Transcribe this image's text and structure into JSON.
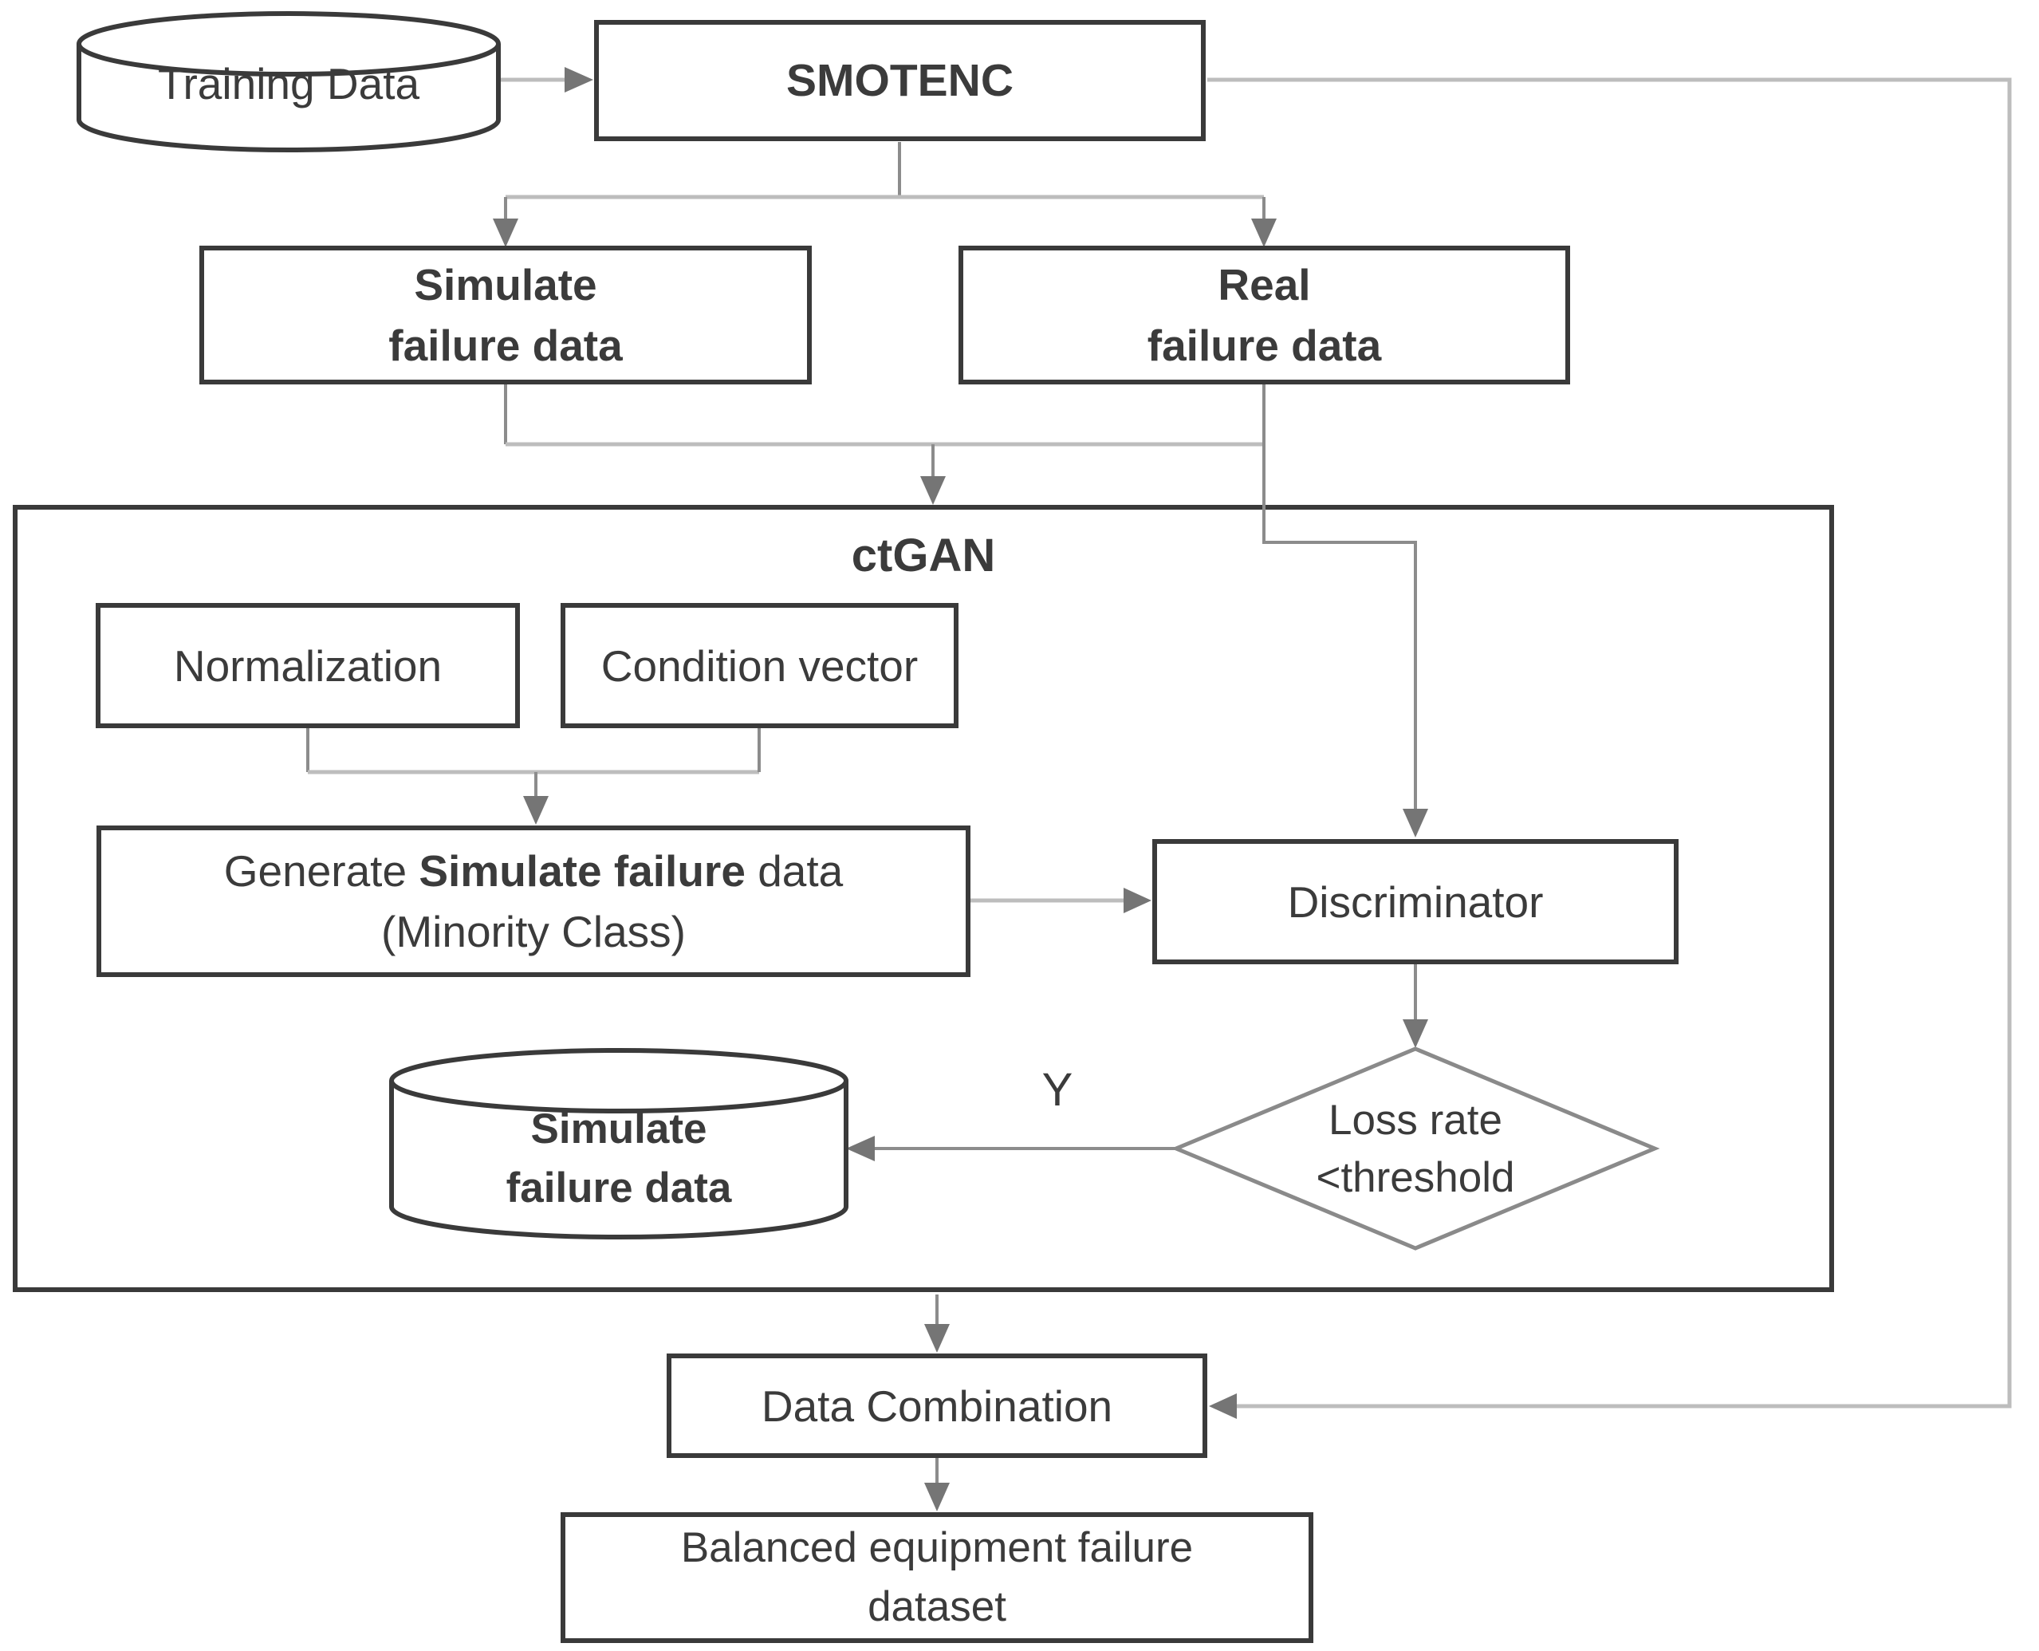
{
  "colors": {
    "background": "#ffffff",
    "box_border": "#3a3a3a",
    "text": "#3b3b3b",
    "diamond_border": "#8a8a8a",
    "line_light": "#bdbdbd",
    "line_mid": "#8c8c8c",
    "arrow_fill": "#757575"
  },
  "nodes": {
    "training_data": {
      "label": "Training Data"
    },
    "smotenc": {
      "label": "SMOTENC"
    },
    "simulate_failure_box": {
      "line1": "Simulate",
      "line2": "failure data"
    },
    "real_failure_box": {
      "line1": "Real",
      "line2": "failure data"
    },
    "ctgan": {
      "label": "ctGAN"
    },
    "normalization": {
      "label": "Normalization"
    },
    "condition_vector": {
      "label": "Condition vector"
    },
    "generate_box": {
      "prefix": "Generate ",
      "bold": "Simulate failure",
      "suffix": " data",
      "line2": "(Minority Class)"
    },
    "discriminator": {
      "label": "Discriminator"
    },
    "loss_diamond": {
      "line1": "Loss rate",
      "line2": "<threshold"
    },
    "simulate_cylinder": {
      "line1": "Simulate",
      "line2": "failure data"
    },
    "data_combination": {
      "label": "Data Combination"
    },
    "balanced_dataset": {
      "line1": "Balanced equipment failure",
      "line2": "dataset"
    }
  },
  "edges": {
    "decision_yes_label": "Y"
  }
}
